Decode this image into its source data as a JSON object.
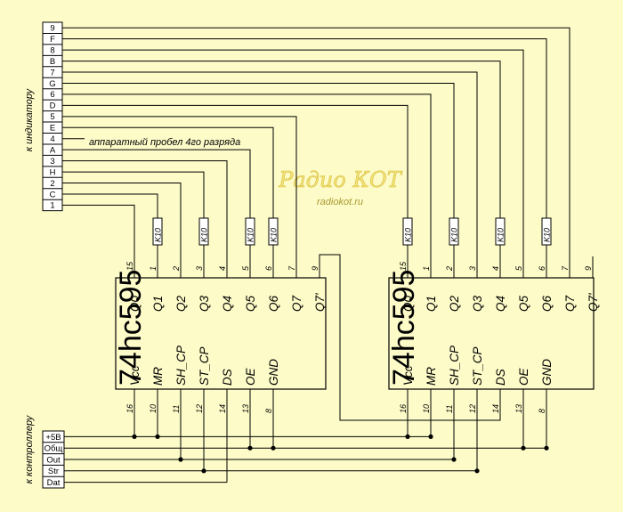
{
  "top_connector": {
    "label": "к индикатору",
    "pins": [
      "9",
      "F",
      "8",
      "B",
      "7",
      "G",
      "6",
      "D",
      "5",
      "E",
      "4",
      "A",
      "3",
      "H",
      "2",
      "C",
      "1"
    ]
  },
  "bottom_connector": {
    "label": "к контроллеру",
    "pins": [
      "+5В",
      "Общ",
      "Out",
      "Str",
      "Dat"
    ]
  },
  "note": "аппаратный пробел 4го разряда",
  "watermark": {
    "title": "Радио КОТ",
    "url": "radiokot.ru"
  },
  "chips": [
    {
      "name": "74hc595",
      "top_pins": [
        {
          "num": "15",
          "name": "Q0"
        },
        {
          "num": "1",
          "name": "Q1"
        },
        {
          "num": "2",
          "name": "Q2"
        },
        {
          "num": "3",
          "name": "Q3"
        },
        {
          "num": "4",
          "name": "Q4"
        },
        {
          "num": "5",
          "name": "Q5"
        },
        {
          "num": "6",
          "name": "Q6"
        },
        {
          "num": "7",
          "name": "Q7"
        },
        {
          "num": "9",
          "name": "Q7'"
        }
      ],
      "bottom_pins": [
        {
          "num": "16",
          "name": "Vcc"
        },
        {
          "num": "10",
          "name": "MR"
        },
        {
          "num": "11",
          "name": "SH_CP"
        },
        {
          "num": "12",
          "name": "ST_CP"
        },
        {
          "num": "14",
          "name": "DS"
        },
        {
          "num": "13",
          "name": "OE"
        },
        {
          "num": "8",
          "name": "GND"
        }
      ],
      "resistors": [
        "K10",
        "K10",
        "K10",
        "K10"
      ]
    },
    {
      "name": "74hc595",
      "top_pins": [
        {
          "num": "15",
          "name": "Q0"
        },
        {
          "num": "1",
          "name": "Q1"
        },
        {
          "num": "2",
          "name": "Q2"
        },
        {
          "num": "3",
          "name": "Q3"
        },
        {
          "num": "4",
          "name": "Q4"
        },
        {
          "num": "5",
          "name": "Q5"
        },
        {
          "num": "6",
          "name": "Q6"
        },
        {
          "num": "7",
          "name": "Q7"
        },
        {
          "num": "9",
          "name": "Q7'"
        }
      ],
      "bottom_pins": [
        {
          "num": "16",
          "name": "Vcc"
        },
        {
          "num": "10",
          "name": "MR"
        },
        {
          "num": "11",
          "name": "SH_CP"
        },
        {
          "num": "12",
          "name": "ST_CP"
        },
        {
          "num": "14",
          "name": "DS"
        },
        {
          "num": "13",
          "name": "OE"
        },
        {
          "num": "8",
          "name": "GND"
        }
      ],
      "resistors": [
        "K10",
        "K10",
        "K10",
        "K10"
      ]
    }
  ]
}
